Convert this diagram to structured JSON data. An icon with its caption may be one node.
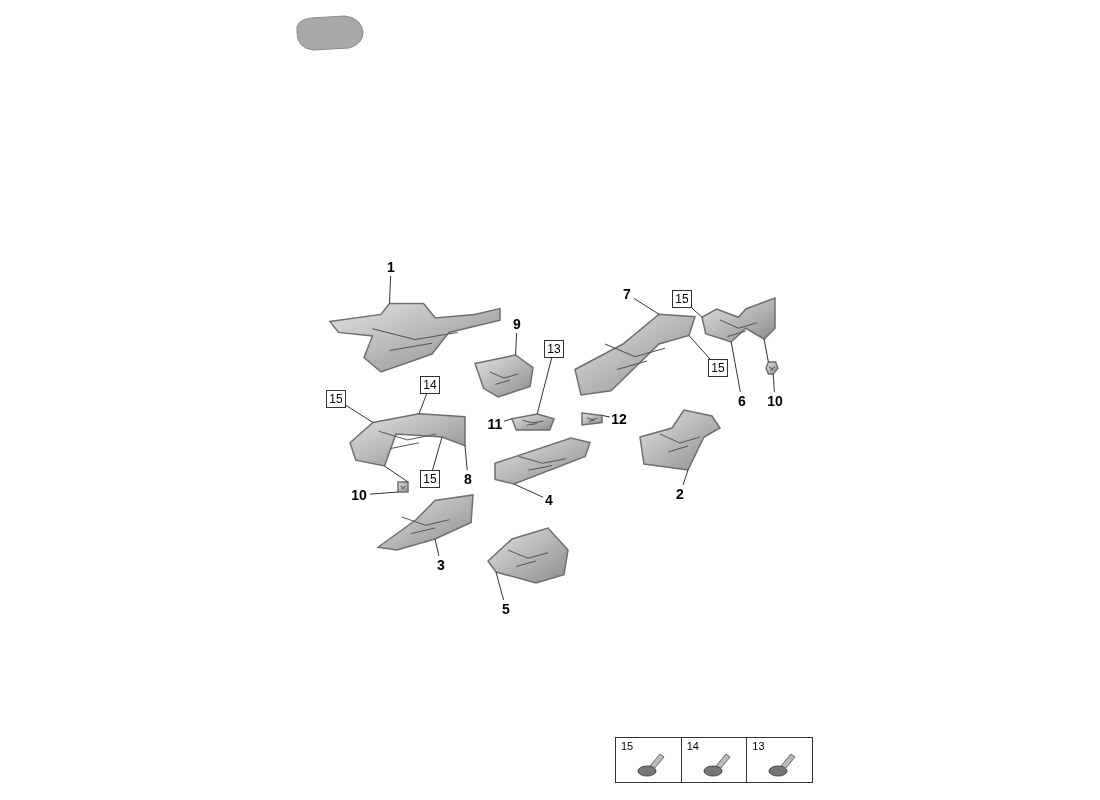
{
  "diagram": {
    "nodes": [
      {
        "text": [
          "1"
        ]
      },
      {
        "text": [],
        "shape": "picture"
      },
      {
        "text": [
          "9"
        ]
      },
      {
        "text": [],
        "shape": "picture"
      },
      {
        "text": [
          "13"
        ]
      },
      {
        "text": [
          "7"
        ]
      },
      {
        "text": [],
        "shape": "picture"
      },
      {
        "text": [
          "15"
        ]
      },
      {
        "text": [],
        "shape": "picture"
      },
      {
        "text": [
          "15"
        ]
      },
      {
        "text": [
          "6"
        ]
      },
      {
        "text": [
          "10"
        ]
      },
      {
        "text": [],
        "shape": "picture"
      },
      {
        "text": [
          "14"
        ]
      },
      {
        "text": [
          "15"
        ]
      },
      {
        "text": [],
        "shape": "picture"
      },
      {
        "text": [
          "15"
        ]
      },
      {
        "text": [
          "8"
        ]
      },
      {
        "text": [
          "11"
        ]
      },
      {
        "text": [],
        "shape": "picture"
      },
      {
        "text": [
          "12"
        ]
      },
      {
        "text": [],
        "shape": "picture"
      },
      {
        "text": [],
        "shape": "picture"
      },
      {
        "text": [
          "4"
        ]
      },
      {
        "text": [],
        "shape": "picture"
      },
      {
        "text": [
          "2"
        ]
      },
      {
        "text": [
          "10"
        ]
      },
      {
        "text": [],
        "shape": "picture"
      },
      {
        "text": [],
        "shape": "picture"
      },
      {
        "text": [
          "3"
        ]
      },
      {
        "text": [],
        "shape": "picture"
      },
      {
        "text": [
          "5"
        ]
      }
    ],
    "edges": [
      {
        "from": 0,
        "to": 1,
        "arrow": "none"
      },
      {
        "from": 2,
        "to": 3,
        "arrow": "none"
      },
      {
        "from": 4,
        "to": 19,
        "arrow": "none"
      },
      {
        "from": 5,
        "to": 6,
        "arrow": "none"
      },
      {
        "from": 7,
        "to": 8,
        "arrow": "none"
      },
      {
        "from": 9,
        "to": 6,
        "arrow": "none"
      },
      {
        "from": 10,
        "to": 8,
        "arrow": "none"
      },
      {
        "from": 11,
        "to": 12,
        "arrow": "none"
      },
      {
        "from": 12,
        "to": 8,
        "arrow": "none"
      },
      {
        "from": 13,
        "to": 15,
        "arrow": "none"
      },
      {
        "from": 14,
        "to": 15,
        "arrow": "none"
      },
      {
        "from": 16,
        "to": 15,
        "arrow": "none"
      },
      {
        "from": 17,
        "to": 15,
        "arrow": "none"
      },
      {
        "from": 18,
        "to": 19,
        "arrow": "none"
      },
      {
        "from": 20,
        "to": 21,
        "arrow": "none"
      },
      {
        "from": 23,
        "to": 24,
        "arrow": "none"
      },
      {
        "from": 25,
        "to": 22,
        "arrow": "none"
      },
      {
        "from": 26,
        "to": 27,
        "arrow": "none"
      },
      {
        "from": 27,
        "to": 15,
        "arrow": "none"
      },
      {
        "from": 29,
        "to": 28,
        "arrow": "none"
      },
      {
        "from": 31,
        "to": 30,
        "arrow": "none"
      }
    ],
    "labels": [
      "15",
      "14",
      "13"
    ]
  }
}
